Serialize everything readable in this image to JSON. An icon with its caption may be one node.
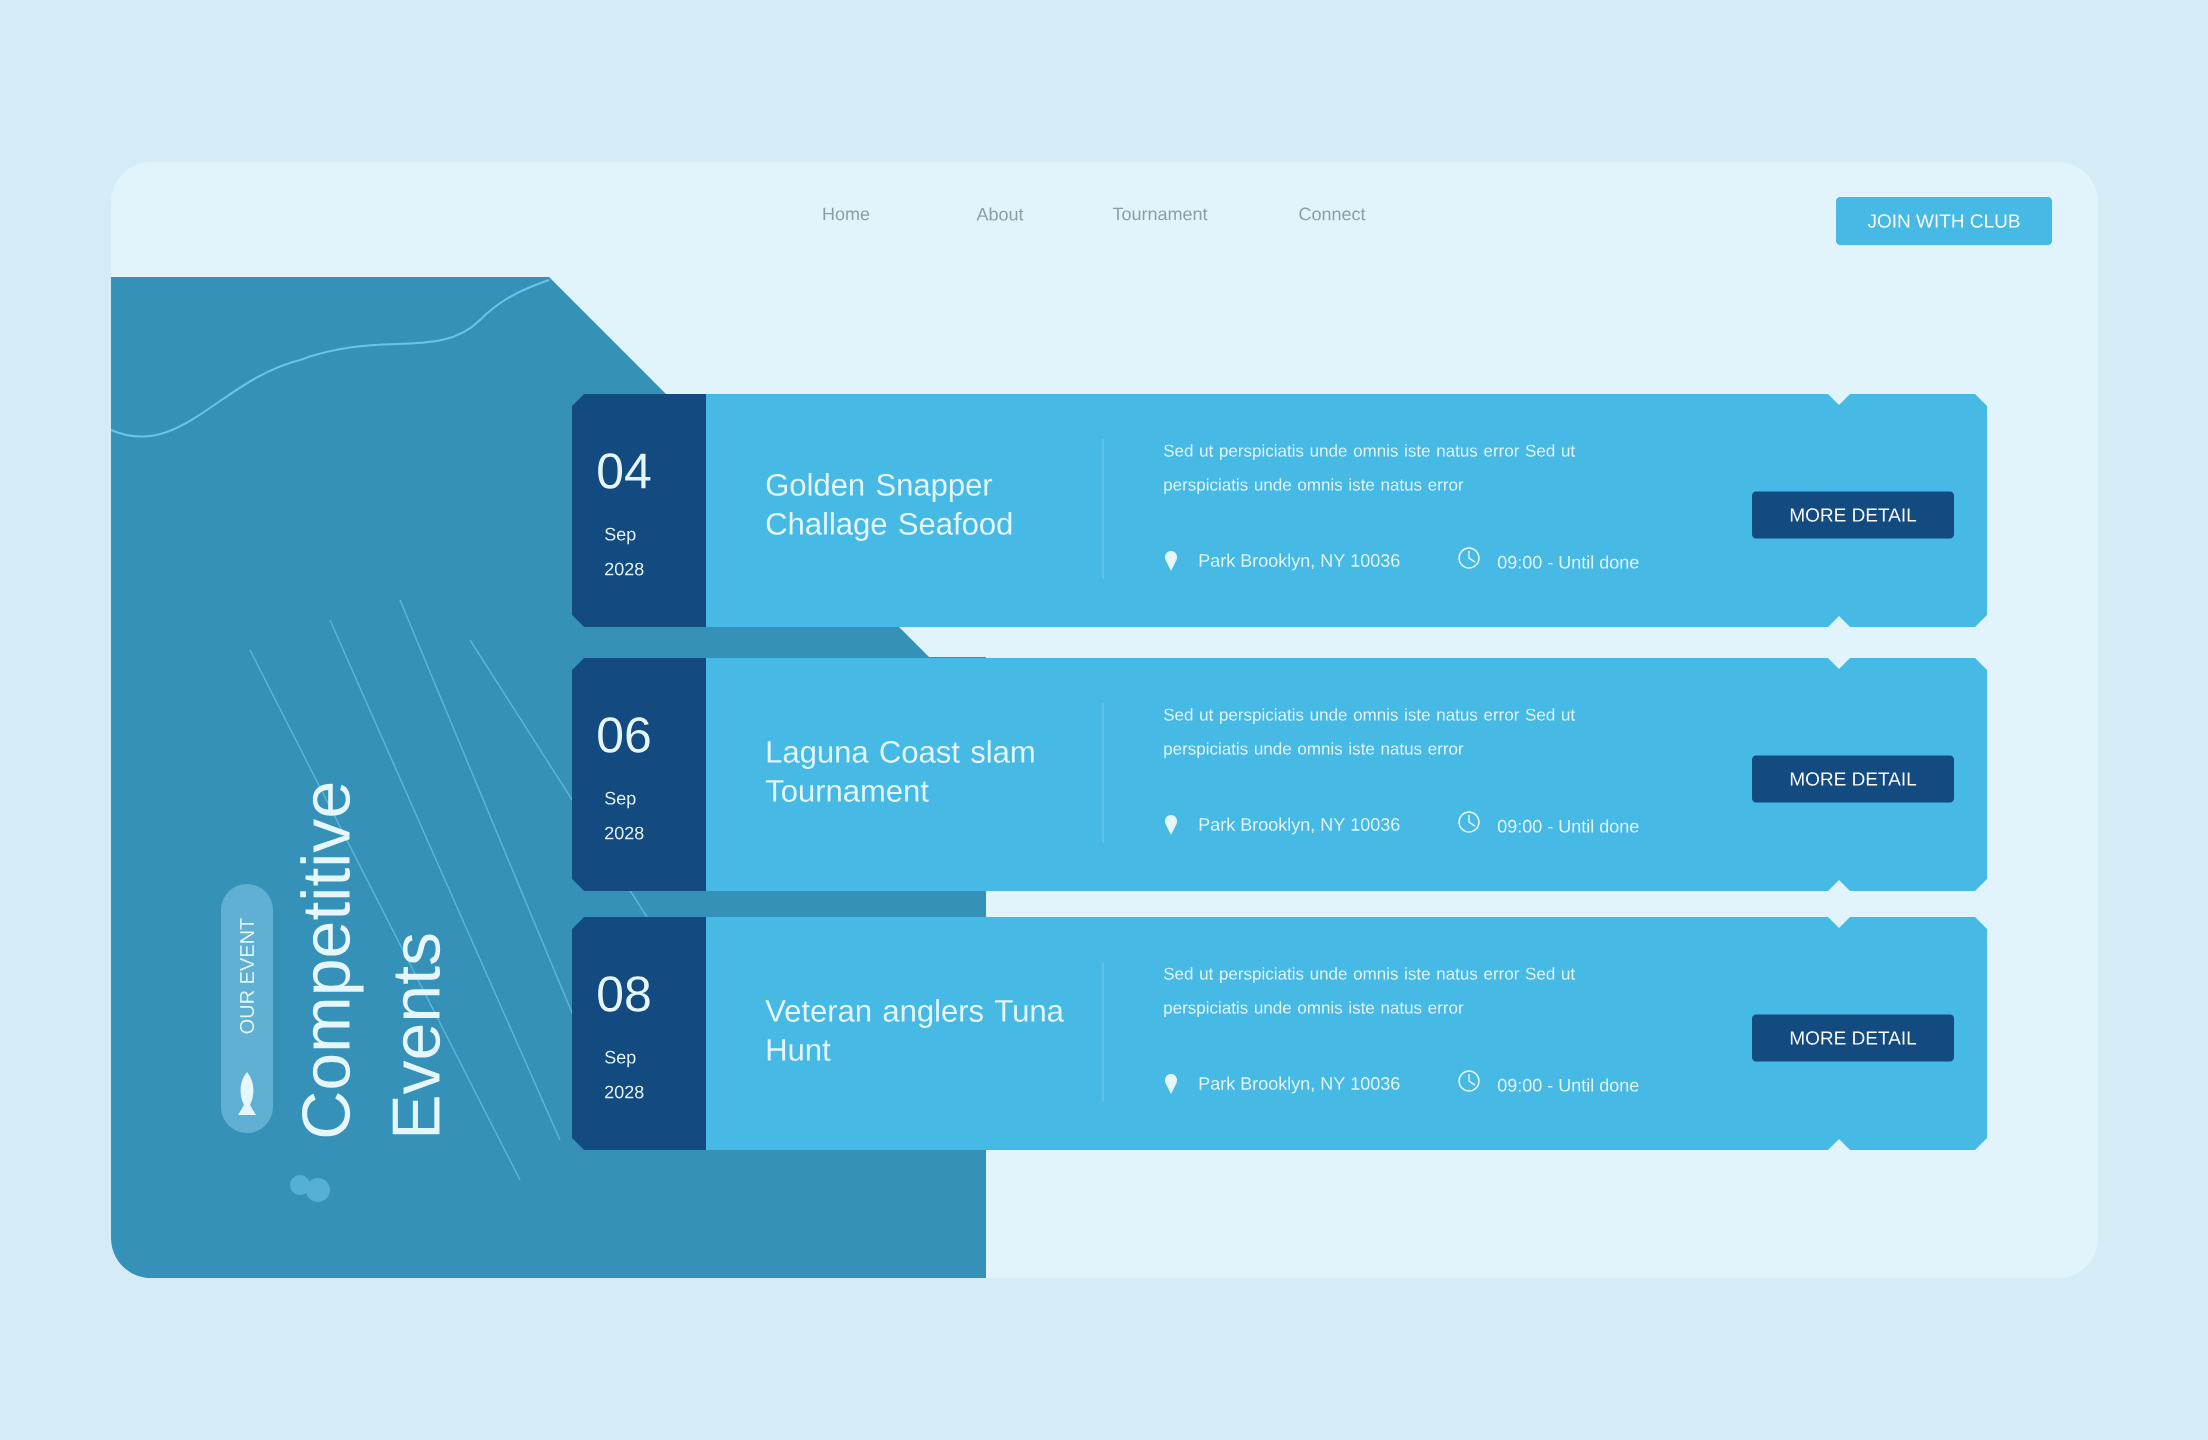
{
  "diagram": {
    "title": "Competitive Events",
    "nodes": [
      {
        "text": [
          "JOIN WITH CLUB"
        ]
      },
      {
        "text": [
          "OUR EVENT"
        ]
      },
      {
        "text": [
          "Golden Snapper Challage Seafood",
          "Sed ut perspiciatis unde omnis iste natus error Sed ut perspiciatis unde omnis iste natus error",
          "Park Brooklyn, NY 10036",
          "09:00 -  Until done"
        ]
      },
      {
        "text": [
          "04",
          "Sep",
          "2028"
        ],
        "in": 2
      },
      {
        "text": [
          "MORE DETAIL"
        ],
        "in": 2
      },
      {
        "text": [
          "Laguna Coast slam Tournament",
          "Sed ut perspiciatis unde omnis iste natus error Sed ut perspiciatis unde omnis iste natus error",
          "Park Brooklyn, NY 10036",
          "09:00 -  Until done"
        ]
      },
      {
        "text": [
          "06",
          "Sep",
          "2028"
        ],
        "in": 5
      },
      {
        "text": [
          "MORE DETAIL"
        ],
        "in": 5
      },
      {
        "text": [
          "Veteran anglers Tuna Hunt",
          "Sed ut perspiciatis unde omnis iste natus error Sed ut perspiciatis unde omnis iste natus error",
          "Park Brooklyn, NY 10036",
          "09:00 -  Until done"
        ]
      },
      {
        "text": [
          "08",
          "Sep",
          "2028"
        ],
        "in": 8
      },
      {
        "text": [
          "MORE DETAIL"
        ],
        "in": 8
      }
    ],
    "labels": [
      "Home",
      "About",
      "Tournament",
      "Connect"
    ]
  }
}
